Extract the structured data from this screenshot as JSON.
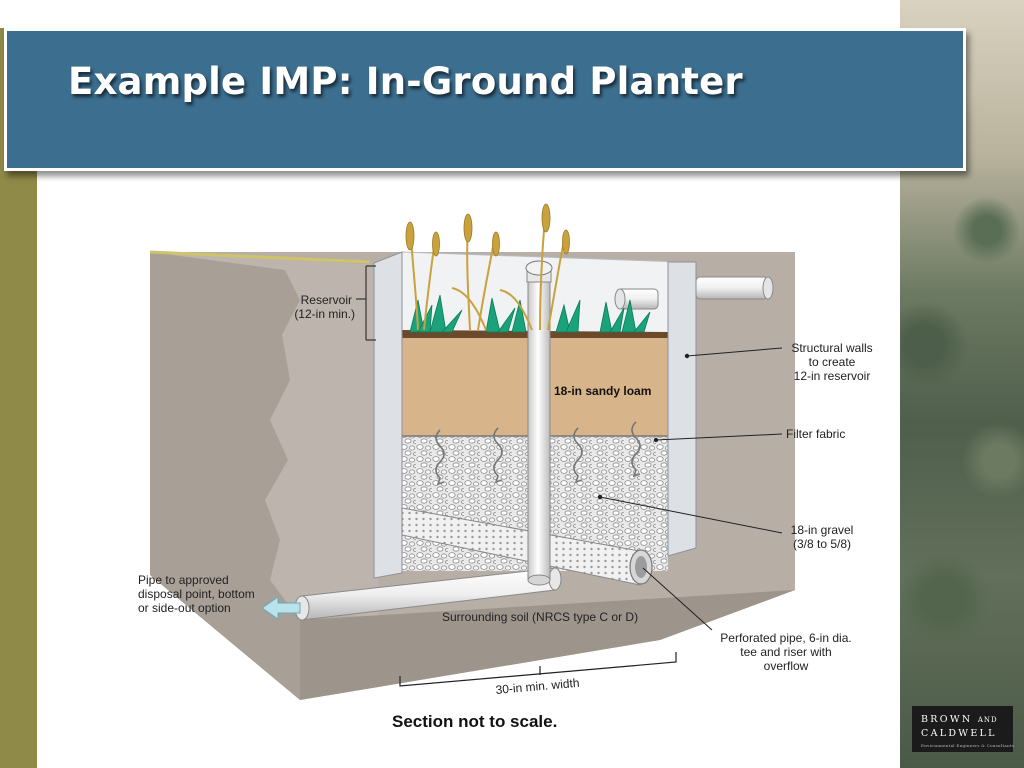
{
  "slide": {
    "title": "Example IMP:  In-Ground Planter",
    "caption": "Section not to scale."
  },
  "logo": {
    "line1": "BROWN",
    "and": "AND",
    "line2": "CALDWELL",
    "tagline": "Environmental Engineers & Consultants"
  },
  "diagram": {
    "labels": {
      "reservoir_l1": "Reservoir",
      "reservoir_l2": "(12-in min.)",
      "walls_l1": "Structural walls",
      "walls_l2": "to create",
      "walls_l3": "12-in reservoir",
      "sandy_loam": "18-in sandy loam",
      "filter_fabric": "Filter fabric",
      "gravel_l1": "18-in gravel",
      "gravel_l2": "(3/8 to 5/8)",
      "pipe_disposal_l1": "Pipe to approved",
      "pipe_disposal_l2": "disposal point, bottom",
      "pipe_disposal_l3": "or side-out option",
      "soil": "Surrounding soil (NRCS type C or D)",
      "perforated_l1": "Perforated pipe, 6-in dia.",
      "perforated_l2": "tee and riser with",
      "perforated_l3": "overflow",
      "width": "30-in min. width"
    },
    "colors": {
      "soil": "#b9b0a8",
      "soil_dark": "#a79e96",
      "sandy_loam": "#d8b48a",
      "gravel_bg": "#e8e8e8",
      "wall": "#e2e5e9",
      "plant_green": "#1aa37a",
      "grass_gold": "#c9a23e",
      "pipe": "#eeeeee",
      "title_band": "#3c6e8f",
      "left_bar": "#8f8a48"
    }
  }
}
